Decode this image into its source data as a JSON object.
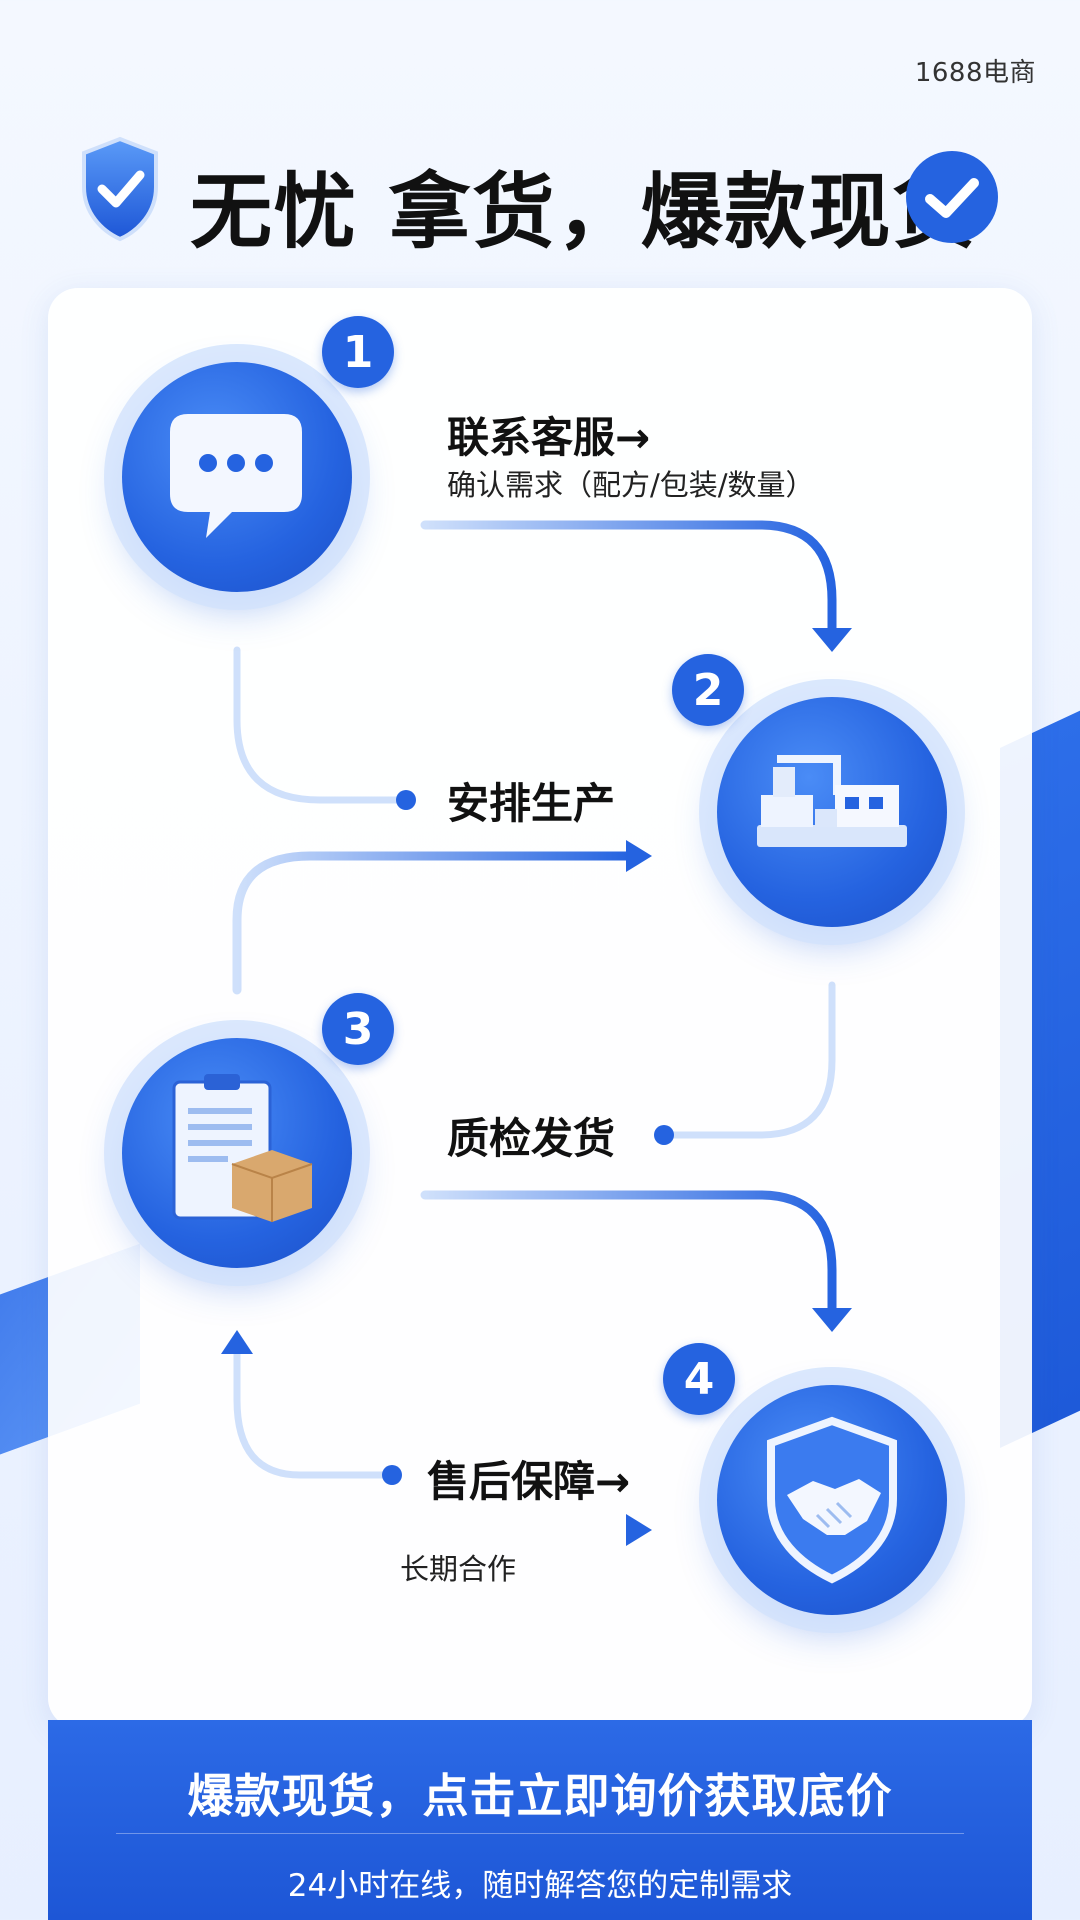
{
  "brand": "1688电商",
  "title": "无忧 拿货，爆款现货",
  "steps": [
    {
      "number": "1",
      "title": "联系客服→",
      "subtitle": "确认需求（配方/包装/数量）",
      "icon": "chat-bubble-icon"
    },
    {
      "number": "2",
      "title": "安排生产",
      "icon": "factory-icon"
    },
    {
      "number": "3",
      "title": "质检发货",
      "icon": "clipboard-box-icon"
    },
    {
      "number": "4",
      "title": "售后保障→",
      "subtitle": "长期合作",
      "icon": "handshake-shield-icon"
    }
  ],
  "cta": {
    "title": "爆款现货，点击立即询价获取底价",
    "subtitle": "24小时在线，随时解答您的定制需求"
  },
  "colors": {
    "accent": "#2563e0",
    "accent_light": "#d2e2fc",
    "text": "#111111"
  }
}
